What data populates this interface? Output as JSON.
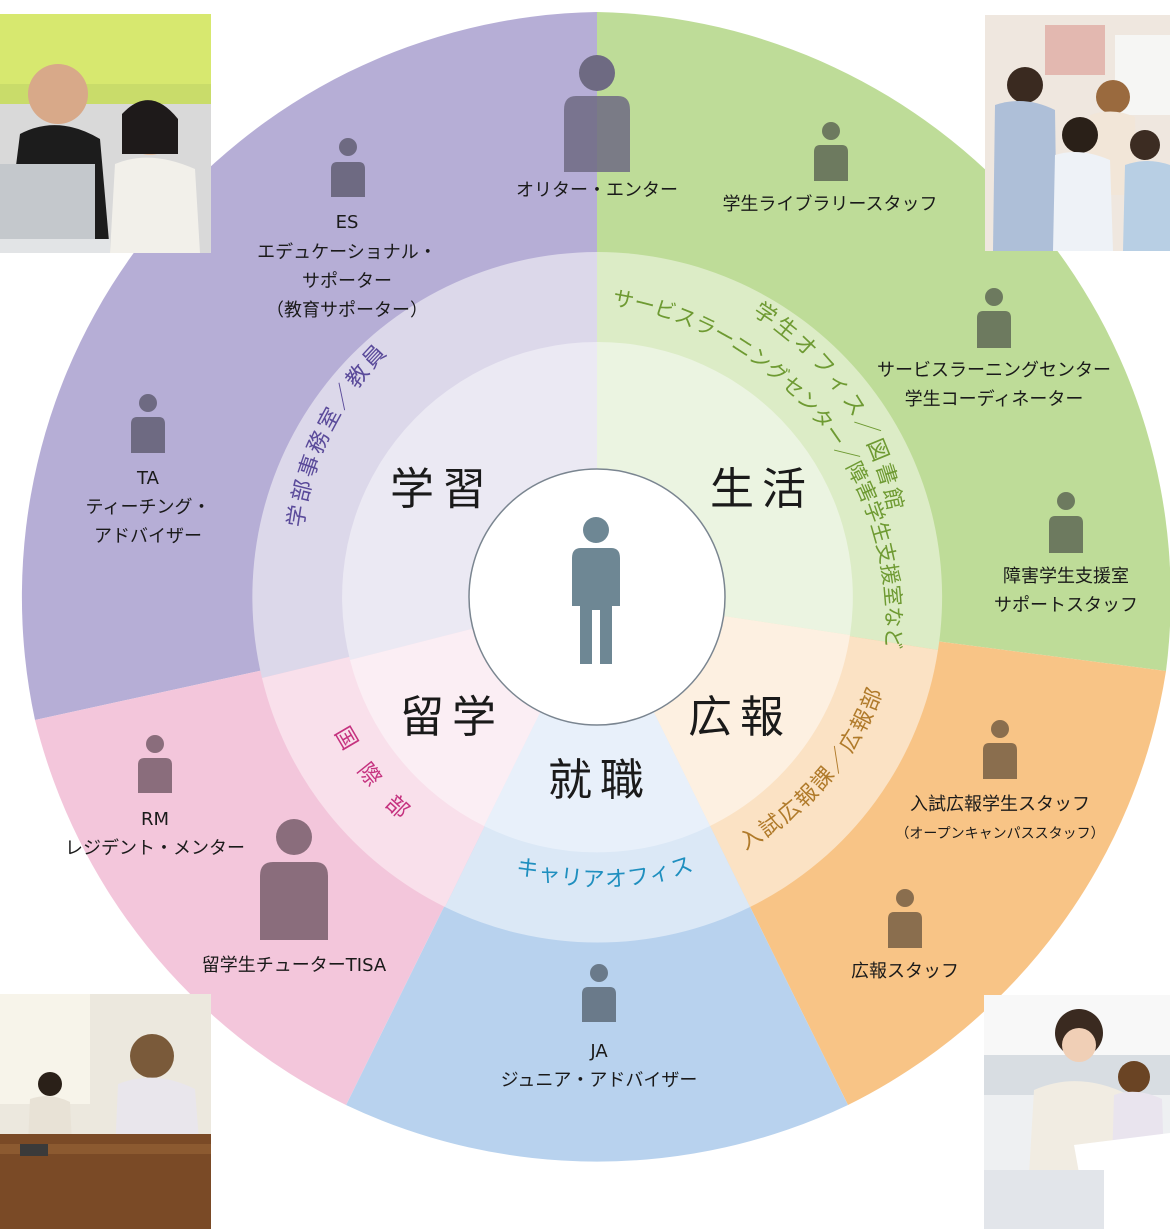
{
  "center": {
    "icon": "person-icon"
  },
  "sectors": [
    {
      "key": "study",
      "label": "学習",
      "office": "学部事務室／教員",
      "color": "#b6aed6",
      "office_color": "#5a4a9a"
    },
    {
      "key": "life",
      "label": "生活",
      "office": "学生オフィス／図書館",
      "office2": "サービスラーニングセンター／障害学生支援室など",
      "color": "#bedc98",
      "office_color": "#6e9a32"
    },
    {
      "key": "pr",
      "label": "広報",
      "office": "入試広報課／広報部",
      "color": "#f8c486",
      "office_color": "#b07a2a"
    },
    {
      "key": "career",
      "label": "就職",
      "office": "キャリアオフィス",
      "color": "#b8d2ee",
      "office_color": "#1f8fbf"
    },
    {
      "key": "abroad",
      "label": "留学",
      "office": "国際部",
      "color": "#f3c6db",
      "office_color": "#c5327f"
    }
  ],
  "staff": [
    {
      "id": "oriter",
      "lines": [
        "オリター・エンター"
      ],
      "icon": "person-icon"
    },
    {
      "id": "library",
      "lines": [
        "学生ライブラリースタッフ"
      ],
      "icon": "person-icon"
    },
    {
      "id": "es",
      "lines": [
        "ES",
        "エデュケーショナル・",
        "サポーター",
        "（教育サポーター）"
      ],
      "icon": "person-icon"
    },
    {
      "id": "slc",
      "lines": [
        "サービスラーニングセンター",
        "学生コーディネーター"
      ],
      "icon": "person-icon"
    },
    {
      "id": "ta",
      "lines": [
        "TA",
        "ティーチング・",
        "アドバイザー"
      ],
      "icon": "person-icon"
    },
    {
      "id": "disability",
      "lines": [
        "障害学生支援室",
        "サポートスタッフ"
      ],
      "icon": "person-icon"
    },
    {
      "id": "admissions",
      "lines": [
        "入試広報学生スタッフ"
      ],
      "sub": "（オープンキャンパススタッフ）",
      "icon": "person-icon"
    },
    {
      "id": "rm",
      "lines": [
        "RM",
        "レジデント・メンター"
      ],
      "icon": "person-icon"
    },
    {
      "id": "tisa",
      "lines": [
        "留学生チューターTISA"
      ],
      "icon": "person-icon"
    },
    {
      "id": "pr-staff",
      "lines": [
        "広報スタッフ"
      ],
      "icon": "person-icon"
    },
    {
      "id": "ja",
      "lines": [
        "JA",
        "ジュニア・アドバイザー"
      ],
      "icon": "person-icon"
    }
  ],
  "photos": [
    {
      "id": "photo-laptop-tutoring"
    },
    {
      "id": "photo-students-group"
    },
    {
      "id": "photo-meeting-table"
    },
    {
      "id": "photo-classroom-study"
    }
  ]
}
